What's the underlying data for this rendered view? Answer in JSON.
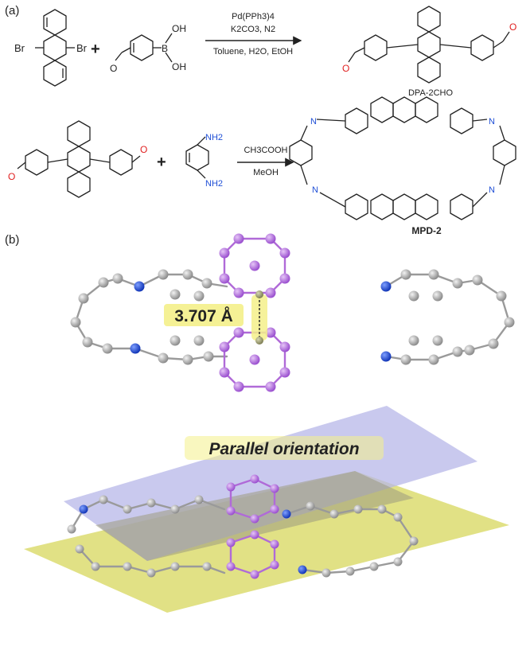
{
  "panel_labels": {
    "a": "(a)",
    "b": "(b)"
  },
  "reaction1": {
    "br_left": "Br",
    "br_right": "Br",
    "plus": "+",
    "oh_top": "OH",
    "boron": "B",
    "oh_bottom": "OH",
    "ald_o": "O",
    "cond_catalyst": "Pd(PPh3)4",
    "cond_base": "K2CO3, N2",
    "cond_solvent": "Toluene, H2O, EtOH",
    "product_o_left": "O",
    "product_o_right": "O",
    "product_name": "DPA-2CHO"
  },
  "reaction2": {
    "o_left": "O",
    "o_right": "O",
    "plus": "+",
    "nh2_top": "NH2",
    "nh2_bottom": "NH2",
    "cond_acid": "CH3COOH",
    "cond_solvent": "MeOH",
    "n1": "N",
    "n2": "N",
    "n3": "N",
    "n4": "N",
    "product_name": "MPD-2"
  },
  "crystal": {
    "distance_label": "3.707 Å",
    "orientation_label": "Parallel orientation"
  },
  "colors": {
    "carbon_gray": "#9a9a9a",
    "nitrogen_blue": "#1f4fd6",
    "anthracene_purple": "#b06ad8",
    "oxygen_red": "#e02020",
    "plane_blue": "#b7b7e8",
    "plane_yellow": "#dede78",
    "highlight_yellow": "#f4f08a"
  }
}
